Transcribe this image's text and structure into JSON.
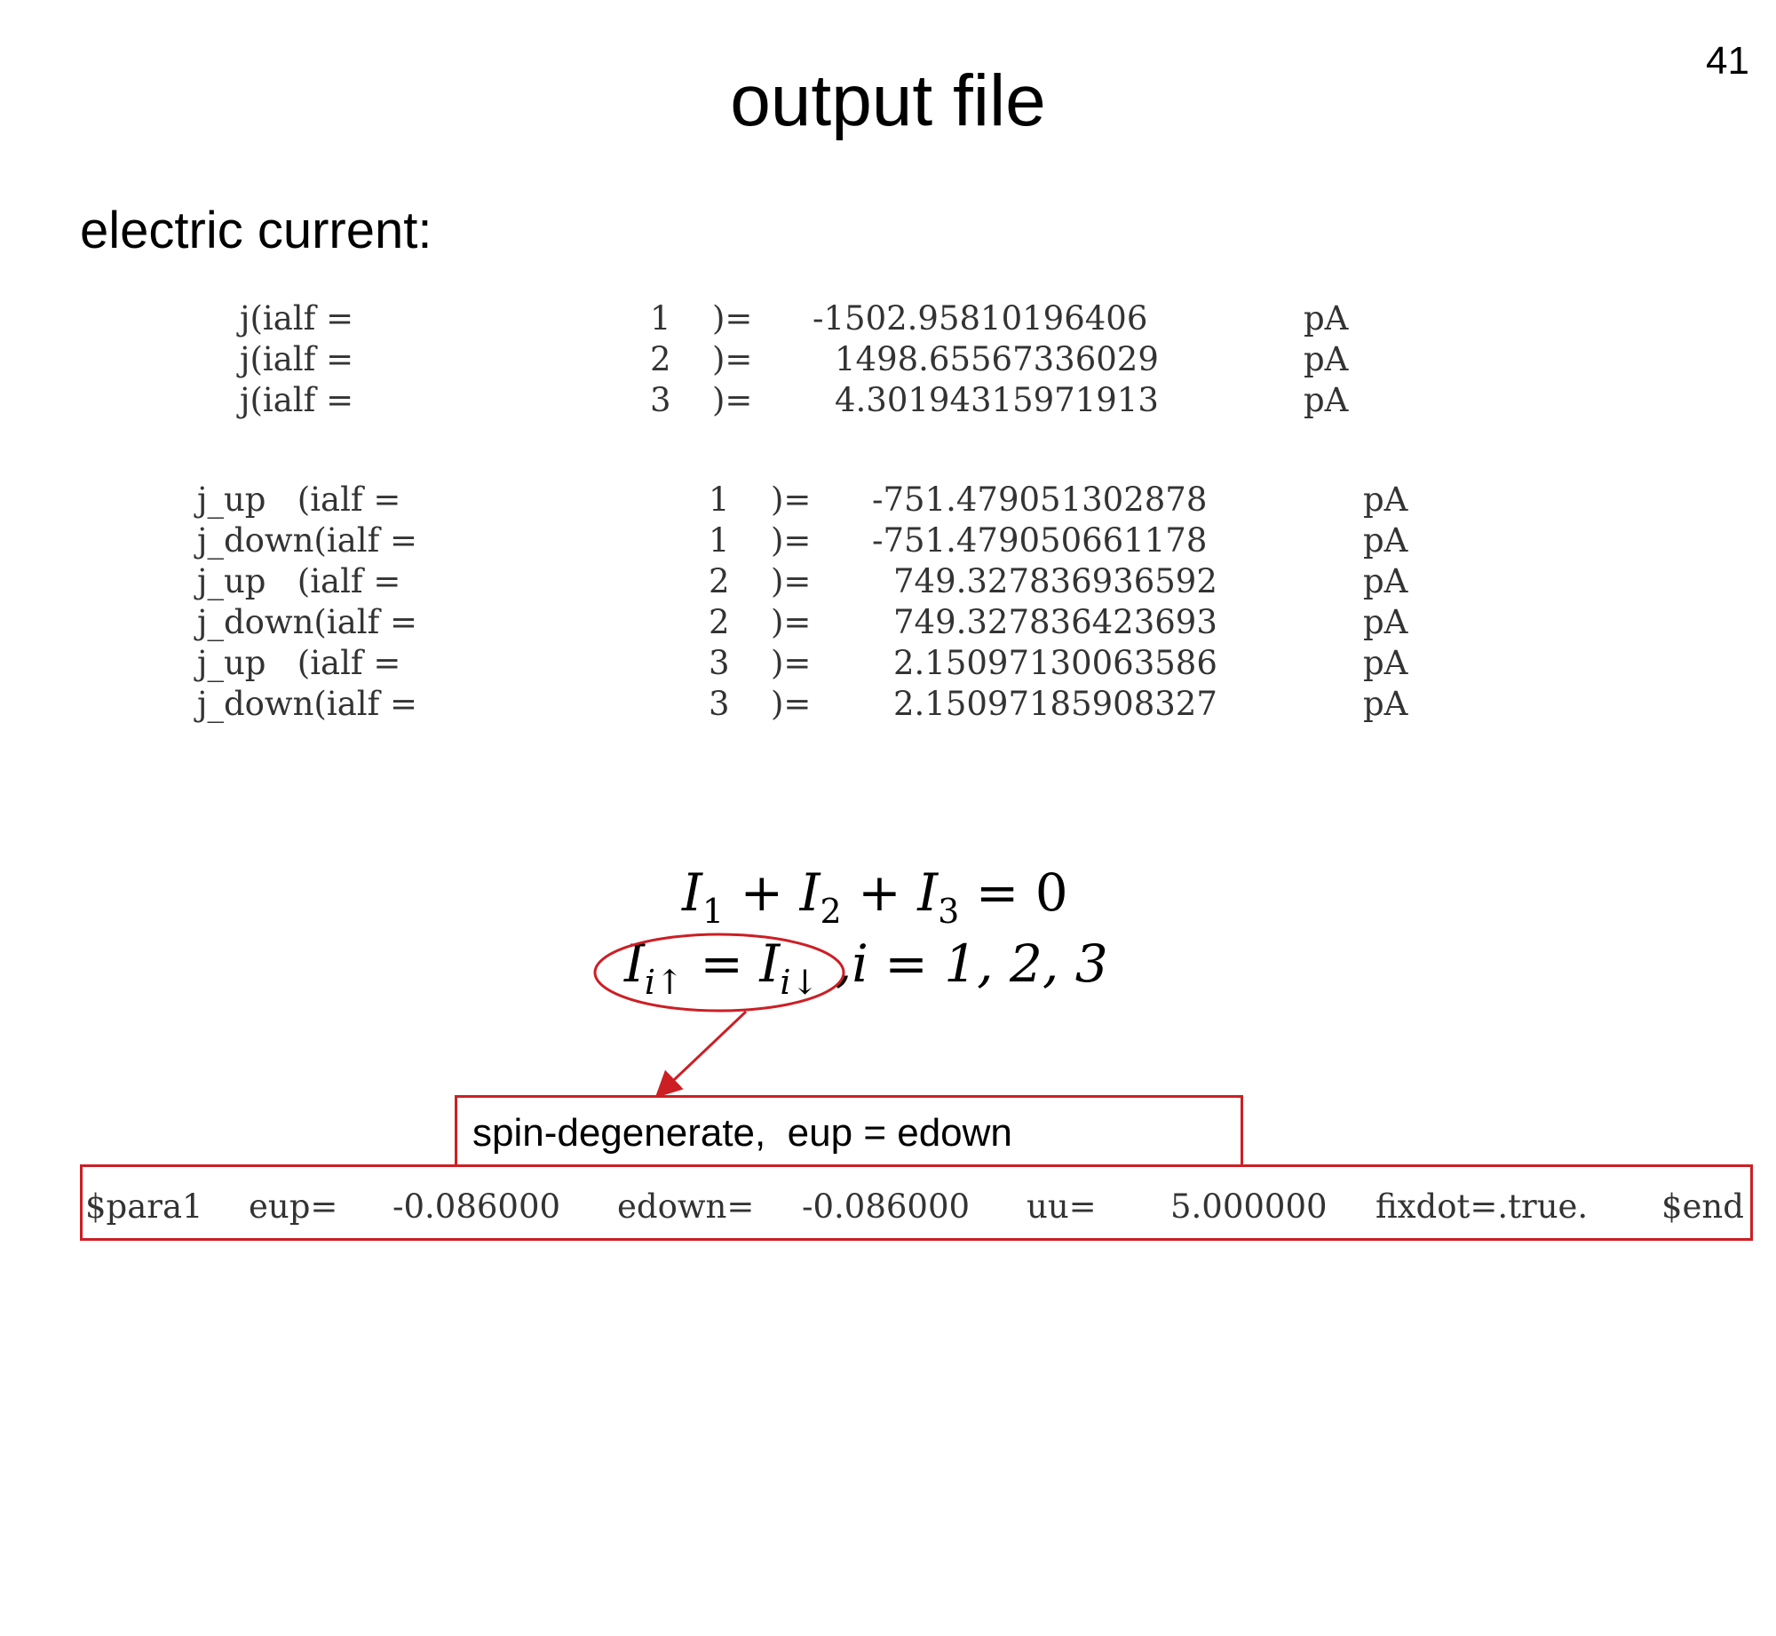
{
  "slide": {
    "page_number": "41",
    "title": "output file",
    "subtitle": "electric current:"
  },
  "currents": [
    {
      "label": "j(ialf =",
      "index": "1",
      "eq": ")=",
      "value": "-1502.95810196406",
      "unit": "pA"
    },
    {
      "label": "j(ialf =",
      "index": "2",
      "eq": ")=",
      "value": "1498.65567336029",
      "unit": "pA"
    },
    {
      "label": "j(ialf =",
      "index": "3",
      "eq": ")=",
      "value": "4.30194315971913",
      "unit": "pA"
    }
  ],
  "spin_currents": [
    {
      "label": "j_up   (ialf =",
      "index": "1",
      "eq": ")=",
      "value": "-751.479051302878",
      "unit": "pA"
    },
    {
      "label": "j_down(ialf =",
      "index": "1",
      "eq": ")=",
      "value": "-751.479050661178",
      "unit": "pA"
    },
    {
      "label": "j_up   (ialf =",
      "index": "2",
      "eq": ")=",
      "value": "749.327836936592",
      "unit": "pA"
    },
    {
      "label": "j_down(ialf =",
      "index": "2",
      "eq": ")=",
      "value": "749.327836423693",
      "unit": "pA"
    },
    {
      "label": "j_up   (ialf =",
      "index": "3",
      "eq": ")=",
      "value": "2.15097130063586",
      "unit": "pA"
    },
    {
      "label": "j_down(ialf =",
      "index": "3",
      "eq": ")=",
      "value": "2.15097185908327",
      "unit": "pA"
    }
  ],
  "equations": {
    "eq1": {
      "I": "I",
      "s1": "1",
      "plus1": " + ",
      "s2": "2",
      "plus2": " + ",
      "s3": "3",
      "rhs": " = 0"
    },
    "eq2": {
      "I": "I",
      "i": "i",
      "up": "↑",
      "eq": " = ",
      "down": "↓",
      "tail": " ,i = 1, 2, 3"
    }
  },
  "annotation": {
    "note": "spin-degenerate,  eup = edown",
    "ellipse_color": "#cc1f24",
    "arrow_color": "#cc1f24"
  },
  "params": [
    "$para1",
    "eup=",
    "-0.086000",
    "edown=",
    "-0.086000",
    "uu=",
    "5.000000",
    "fixdot=.true.",
    "$end"
  ]
}
